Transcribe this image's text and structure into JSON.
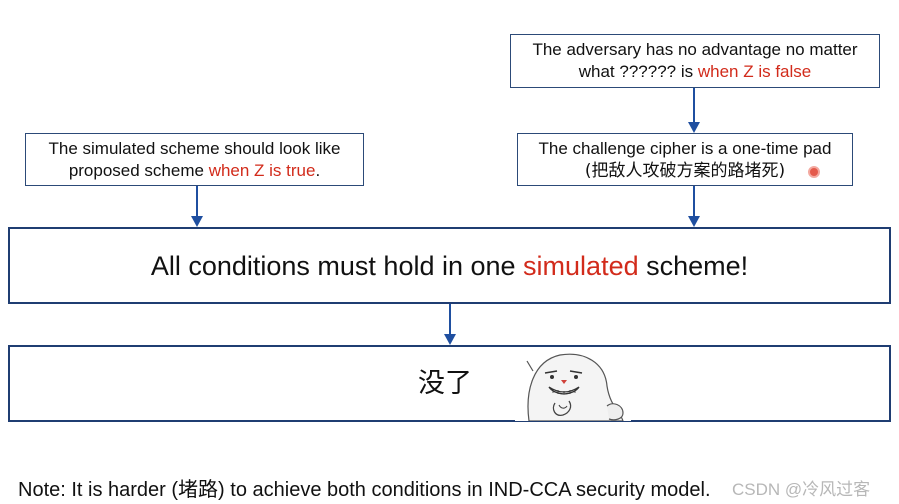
{
  "boxes": {
    "adversary": {
      "line1": "The adversary has no advantage no matter",
      "line2_prefix": "what ?????? is ",
      "line2_highlight": "when Z is false"
    },
    "simulated": {
      "line1": "The simulated scheme should look like",
      "line2_prefix": "proposed scheme ",
      "line2_highlight": "when Z is true",
      "line2_suffix": "."
    },
    "challenge": {
      "line1": "The challenge cipher is a one-time pad",
      "line2": "(把敌人攻破方案的路堵死)"
    },
    "conditions": {
      "prefix": "All conditions must hold in one ",
      "highlight": "simulated",
      "suffix": " scheme!"
    },
    "result": {
      "text": "没了"
    }
  },
  "note": "Note: It is harder (堵路) to achieve both conditions in IND-CCA security model.",
  "watermark": "CSDN @冷风过客",
  "colors": {
    "highlight": "#d22b1b",
    "box_border": "#1f3d72",
    "arrow": "#1f4fa0"
  },
  "icons": {
    "meme": "grinning-seal-sticker"
  }
}
